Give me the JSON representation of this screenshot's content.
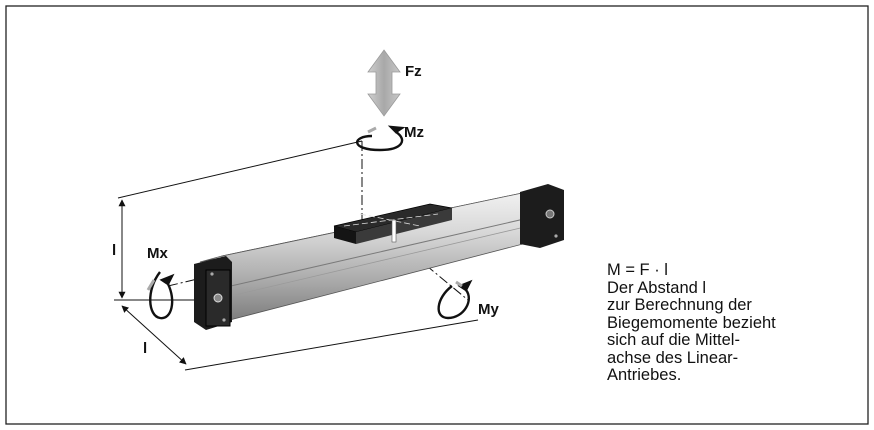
{
  "labels": {
    "force_z": "Fz",
    "moment_z": "Mz",
    "moment_x": "Mx",
    "moment_y": "My",
    "length_vertical": "l",
    "length_horizontal": "l"
  },
  "caption": {
    "formula": "M = F · l",
    "lines": [
      "Der Abstand l",
      "zur Berechnung der",
      "Biegemomente bezieht",
      "sich auf die Mittel-",
      "achse des Linear-",
      "Antriebes."
    ]
  },
  "colors": {
    "ink": "#111111",
    "arrow_grey": "#b8b8b8",
    "body_silver": "#cfcfcf",
    "end_cap": "#1a1a1a"
  }
}
